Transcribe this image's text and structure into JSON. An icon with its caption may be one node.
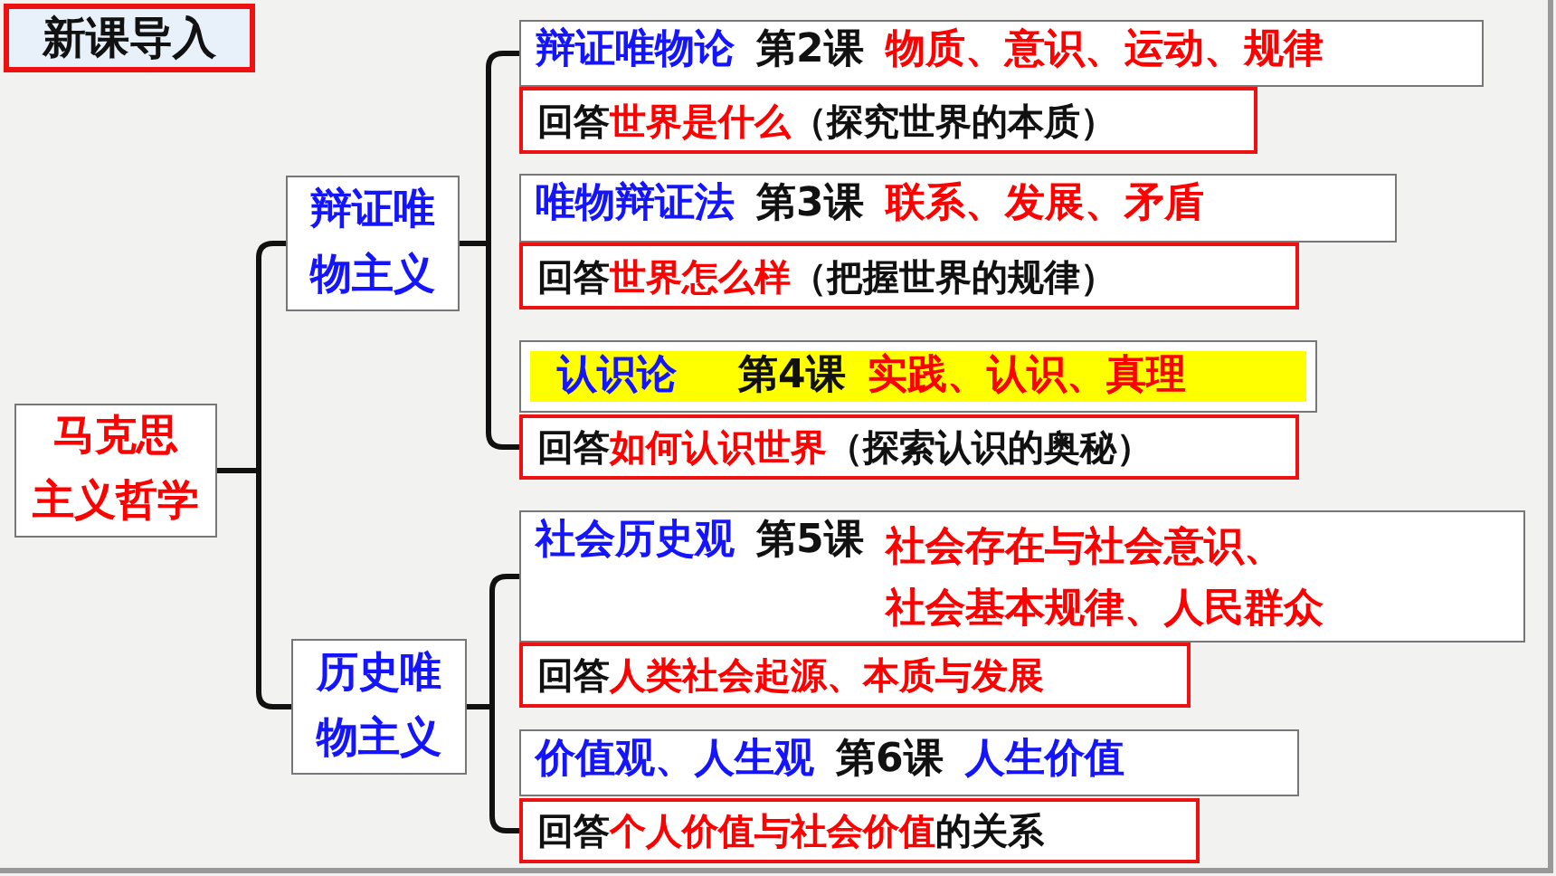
{
  "diagram": {
    "title": "新课导入",
    "nodes": [
      {
        "text": [
          "马克思主义哲学"
        ]
      },
      {
        "text": [
          "辩证唯物主义"
        ]
      },
      {
        "text": [
          "历史唯物主义"
        ]
      },
      {
        "text": [
          "辩证唯物论",
          "第2课",
          "物质、意识、运动、规律"
        ]
      },
      {
        "text": [
          "回答",
          "世界是什么",
          "（探究世界的本质）"
        ]
      },
      {
        "text": [
          "唯物辩证法",
          "第3课",
          "联系、发展、矛盾"
        ]
      },
      {
        "text": [
          "回答",
          "世界怎么样",
          "（把握世界的规律）"
        ]
      },
      {
        "text": [
          "认识论",
          "第4课",
          "实践、认识、真理"
        ]
      },
      {
        "text": [
          "回答",
          "如何认识世界",
          "（探索认识的奥秘）"
        ]
      },
      {
        "text": [
          "社会历史观",
          "第5课",
          "社会存在与社会意识、社会基本规律、人民群众"
        ]
      },
      {
        "text": [
          "回答",
          "人类社会起源、本质与发展"
        ]
      },
      {
        "text": [
          "价值观、人生观",
          "第6课",
          "人生价值"
        ]
      },
      {
        "text": [
          "回答",
          "个人价值与社会价值",
          "的关系"
        ]
      }
    ],
    "edges": [
      {
        "from": 0,
        "to": 1,
        "arrow": "none"
      },
      {
        "from": 0,
        "to": 2,
        "arrow": "none"
      },
      {
        "from": 1,
        "to": 3,
        "arrow": "none"
      },
      {
        "from": 1,
        "to": 8,
        "arrow": "none"
      },
      {
        "from": 2,
        "to": 9,
        "arrow": "none"
      },
      {
        "from": 2,
        "to": 12,
        "arrow": "none"
      }
    ]
  }
}
